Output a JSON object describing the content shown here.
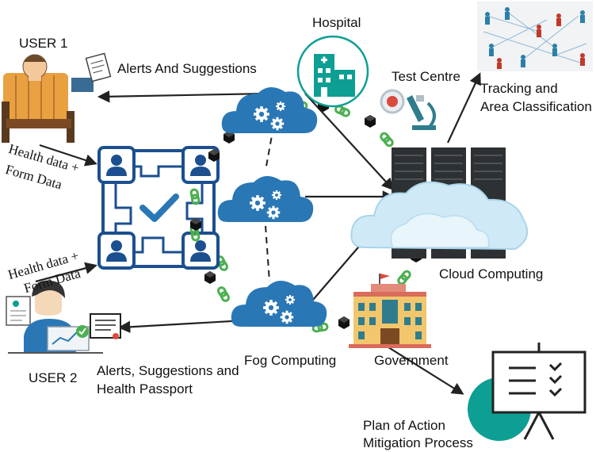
{
  "labels": {
    "user1": "USER 1",
    "user2": "USER 2",
    "alerts1": "Alerts And Suggestions",
    "alerts2_line1": "Alerts, Suggestions and",
    "alerts2_line2": "Health Passport",
    "health1_line1": "Health data +",
    "health1_line2": "Form Data",
    "health2_line1": "Health data +",
    "health2_line2": "Form Data",
    "hospital": "Hospital",
    "test_centre": "Test Centre",
    "tracking_line1": "Tracking and",
    "tracking_line2": "Area Classification",
    "cloud_computing": "Cloud Computing",
    "fog_computing": "Fog Computing",
    "government": "Government",
    "plan_line1": "Plan of Action",
    "plan_line2": "Mitigation Process"
  },
  "colors": {
    "primary_blue": "#2a77b6",
    "dark_blue": "#1b4f8f",
    "teal": "#0e9f94",
    "chain_green": "#4caf50",
    "block_black": "#111111",
    "cloud_light": "#cfe9f6"
  },
  "icons": [
    "bed-user-icon",
    "laptop-user-icon",
    "hospital-icon",
    "microscope-icon",
    "server-rack-icon",
    "government-building-icon",
    "presentation-board-icon",
    "fog-cloud-gear-icon",
    "network-users-icon",
    "crowd-tracking-icon",
    "document-icon"
  ]
}
